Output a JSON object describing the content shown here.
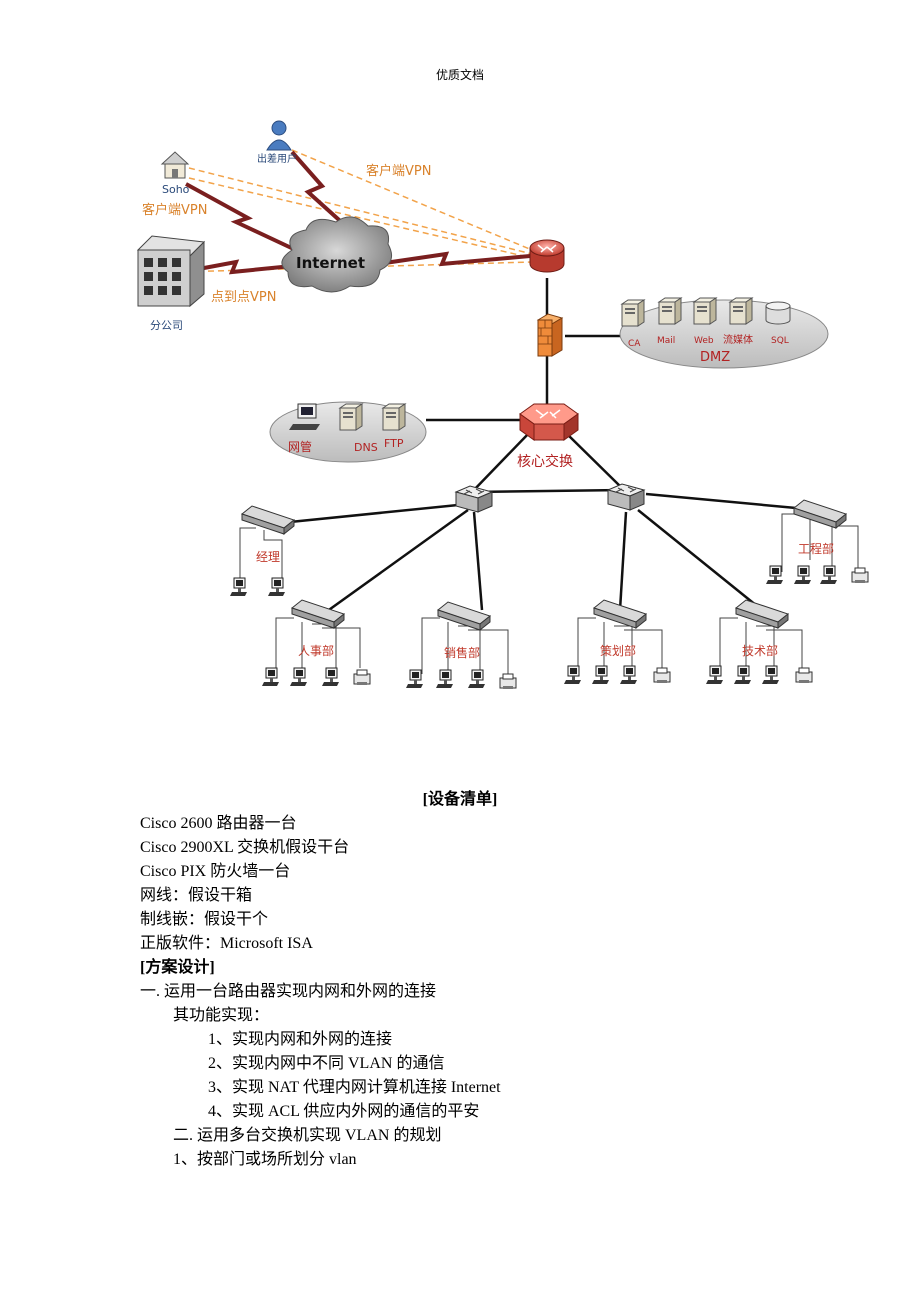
{
  "header": {
    "title": "优质文档"
  },
  "diagram": {
    "remote_user": "出差用户",
    "client_vpn_top": "客户端VPN",
    "soho": "Soho",
    "client_vpn_left": "客户端VPN",
    "internet": "Internet",
    "p2p_vpn": "点到点VPN",
    "branch": "分公司",
    "dmz": {
      "label": "DMZ",
      "servers": [
        "CA",
        "Mail",
        "Web",
        "流媒体",
        "SQL"
      ]
    },
    "mgmt": {
      "items": [
        "网管",
        "DNS",
        "FTP"
      ]
    },
    "core_switch": "核心交换",
    "departments": [
      "经理",
      "工程部",
      "人事部",
      "销售部",
      "策划部",
      "技术部"
    ]
  },
  "document": {
    "equipment_title": "[设备清单]",
    "equipment": [
      "Cisco 2600 路由器一台",
      "Cisco 2900XL 交换机假设干台",
      "Cisco PIX 防火墙一台",
      "网线：假设干箱",
      "制线嵌：假设干个",
      "正版软件：Microsoft ISA"
    ],
    "design_title": "[方案设计]",
    "section1": "一. 运用一台路由器实现内网和外网的连接",
    "functions_intro": "其功能实现：",
    "functions": [
      "1、实现内网和外网的连接",
      "2、实现内网中不同 VLAN 的通信",
      "3、实现 NAT 代理内网计算机连接 Internet",
      "4、实现 ACL 供应内外网的通信的平安"
    ],
    "section2": "二.  运用多台交换机实现 VLAN 的规划",
    "section2_item1": "1、按部门或场所划分 vlan"
  }
}
